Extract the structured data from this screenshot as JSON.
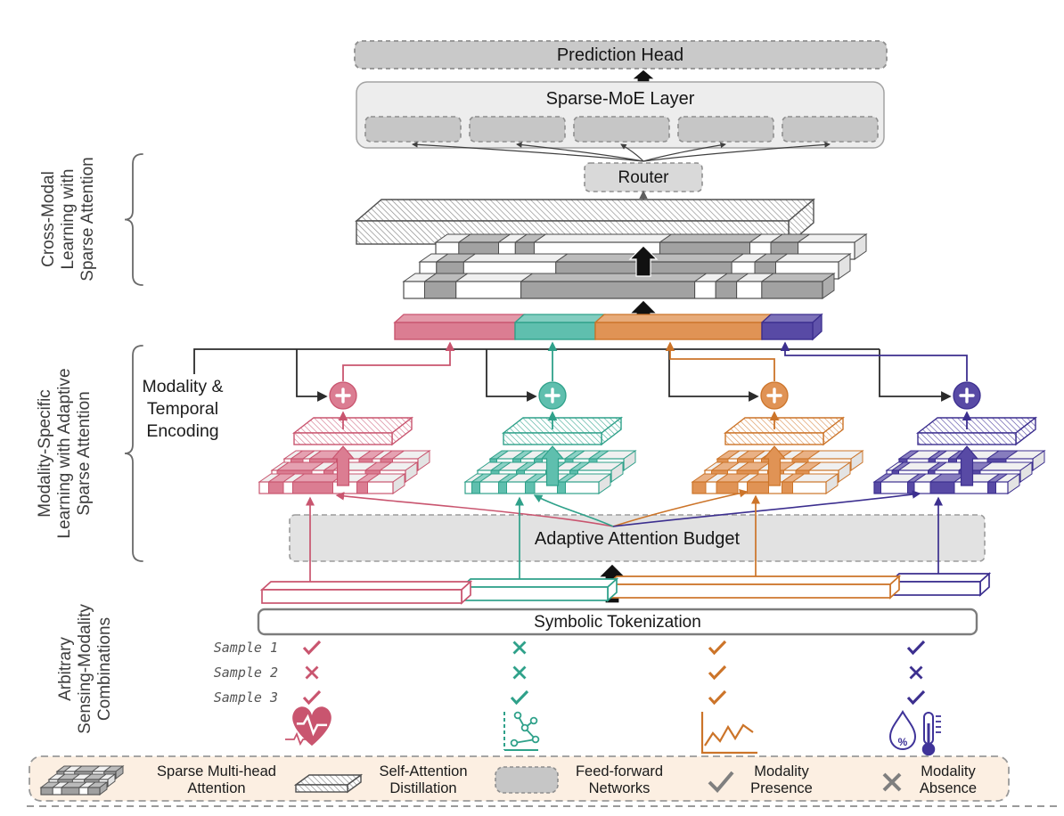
{
  "figure": {
    "prediction_head": "Prediction Head",
    "sparse_moe_layer": "Sparse-MoE Layer",
    "router": "Router",
    "adaptive_attention_budget": "Adaptive Attention Budget",
    "symbolic_tokenization": "Symbolic Tokenization",
    "encoding_label": {
      "line1": "Modality &",
      "line2": "Temporal",
      "line3": "Encoding"
    }
  },
  "sections": {
    "cross_modal": {
      "line1": "Cross-Modal",
      "line2": "Learning with",
      "line3": "Sparse Attention"
    },
    "modality_specific": {
      "line1": "Modality-Specific",
      "line2": "Learning with Adaptive",
      "line3": "Sparse Attention"
    },
    "arbitrary": {
      "line1": "Arbitrary",
      "line2": "Sensing-Modality",
      "line3": "Combinations"
    }
  },
  "samples": {
    "row1": "Sample 1",
    "row2": "Sample 2",
    "row3": "Sample 3"
  },
  "modalities": [
    {
      "id": "ecg-heart-rate",
      "fill": "#db7d92",
      "dark": "#c9556f",
      "presence": [
        "present",
        "absent",
        "present"
      ]
    },
    {
      "id": "activity-graph",
      "fill": "#5fbfae",
      "dark": "#2fa18a",
      "presence": [
        "absent",
        "absent",
        "present"
      ]
    },
    {
      "id": "time-series-chart",
      "fill": "#e09355",
      "dark": "#cc7429",
      "presence": [
        "present",
        "present",
        "present"
      ]
    },
    {
      "id": "humidity-temperature",
      "fill": "#584aa5",
      "dark": "#3c2f8f",
      "presence": [
        "present",
        "absent",
        "present"
      ]
    }
  ],
  "legend": {
    "sparse_mha": {
      "line1": "Sparse Multi-head",
      "line2": "Attention"
    },
    "distillation": {
      "line1": "Self-Attention",
      "line2": "Distillation"
    },
    "ffn": {
      "line1": "Feed-forward",
      "line2": "Networks"
    },
    "presence": {
      "line1": "Modality",
      "line2": "Presence"
    },
    "absence": {
      "line1": "Modality",
      "line2": "Absence"
    }
  },
  "icons": {
    "percent": "%"
  }
}
